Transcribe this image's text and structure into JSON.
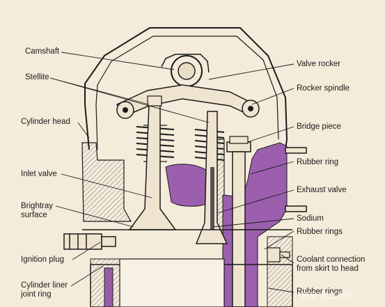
{
  "labels": {
    "left": {
      "camshaft": "Camshaft",
      "stellite": "Stellite",
      "cylinder_head": "Cylinder head",
      "inlet_valve": "Inlet valve",
      "brightray_line1": "Brightray",
      "brightray_line2": "surface",
      "ignition_plug": "Ignition plug",
      "liner_line1": "Cylinder liner",
      "liner_line2": "joint ring"
    },
    "right": {
      "valve_rocker": "Valve rocker",
      "rocker_spindle": "Rocker spindle",
      "bridge_piece": "Bridge piece",
      "rubber_ring": "Rubber ring",
      "exhaust_valve": "Exhaust valve",
      "sodium": "Sodium",
      "rubber_rings": "Rubber rings",
      "coolant_line1": "Coolant connection",
      "coolant_line2": "from skirt to head",
      "rubber_rings_bottom": "Rubber rings"
    }
  },
  "watermark": "知乎 @二次元",
  "colors": {
    "background": "#f4ebda",
    "coolant_fill": "#9b5fae",
    "line": "#1a1a1a"
  }
}
